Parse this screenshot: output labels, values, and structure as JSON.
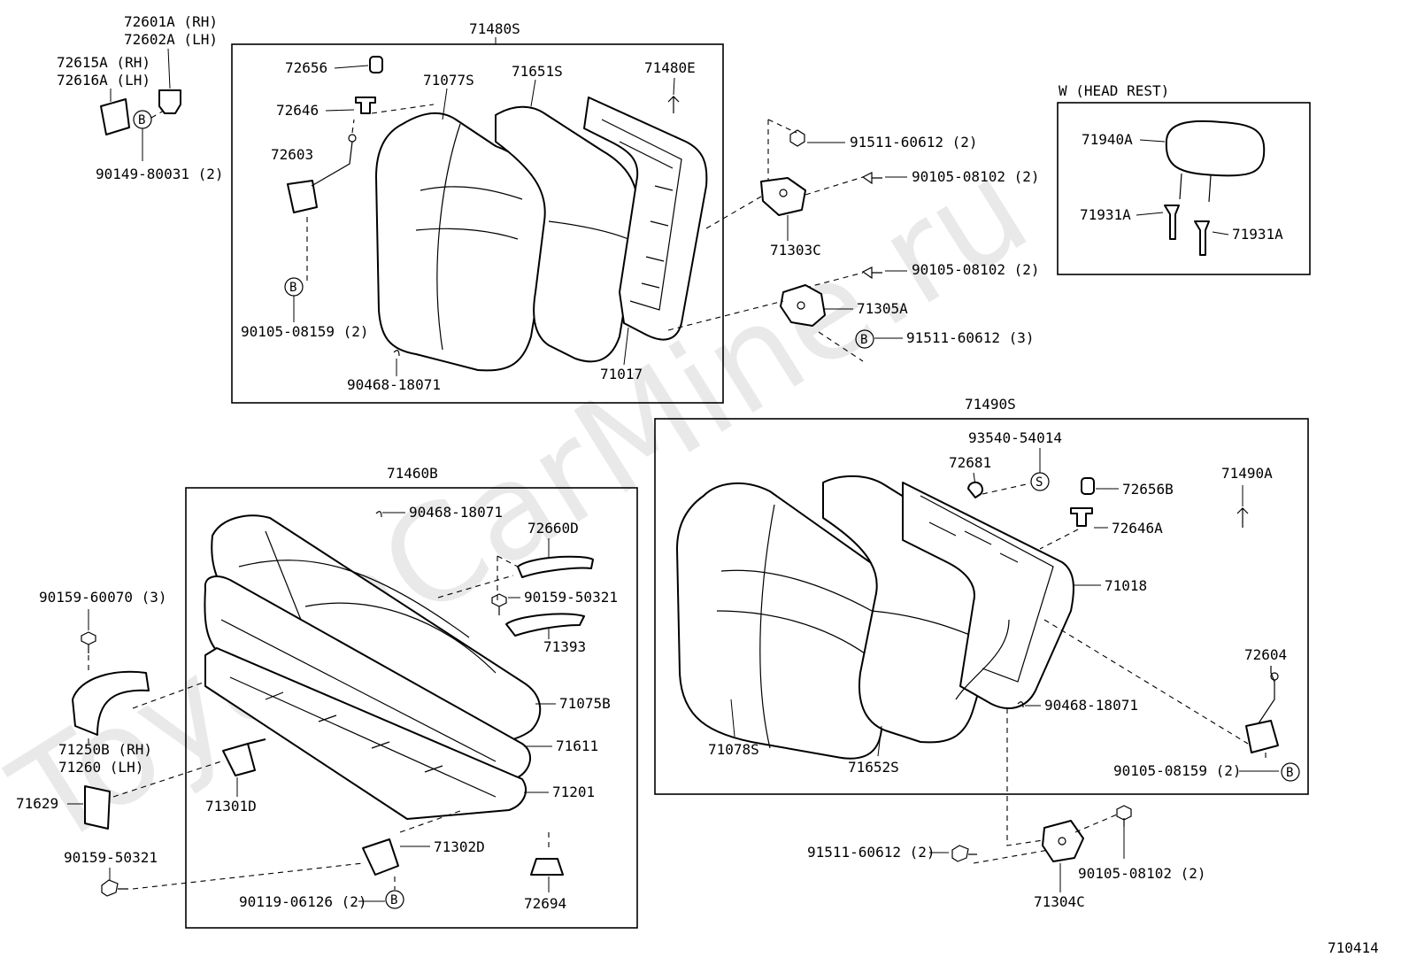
{
  "diagram": {
    "code": "710414",
    "watermark": "ToyotaCarMine.ru",
    "headrest_title": "W (HEAD REST)",
    "assemblies": {
      "a71480S": "71480S",
      "a71460B": "71460B",
      "a71490S": "71490S"
    },
    "labels": {
      "l72601A": "72601A (RH)",
      "l72602A": "72602A (LH)",
      "l72615A": "72615A (RH)",
      "l72616A": "72616A (LH)",
      "l90149": "90149-80031 (2)",
      "l72656": "72656",
      "l72646": "72646",
      "l72603": "72603",
      "l90105_08159_top": "90105-08159 (2)",
      "l71077S": "71077S",
      "l71651S": "71651S",
      "l71480E": "71480E",
      "l90468_top": "90468-18071",
      "l71017": "71017",
      "l91511_top2": "91511-60612 (2)",
      "l90105_08102_a": "90105-08102 (2)",
      "l71303C": "71303C",
      "l90105_08102_b": "90105-08102 (2)",
      "l71305A": "71305A",
      "l91511_3": "91511-60612 (3)",
      "l71940A": "71940A",
      "l71931A_l": "71931A",
      "l71931A_r": "71931A",
      "l90468_cushion": "90468-18071",
      "l72660D": "72660D",
      "l90159_50321_a": "90159-50321",
      "l71393": "71393",
      "l71075B": "71075B",
      "l71611": "71611",
      "l71201": "71201",
      "l71302D": "71302D",
      "l90119": "90119-06126 (2)",
      "l72694": "72694",
      "l90159_60070": "90159-60070 (3)",
      "l71250B": "71250B (RH)",
      "l71260": "71260  (LH)",
      "l71629": "71629",
      "l71301D": "71301D",
      "l90159_50321_b": "90159-50321",
      "l93540": "93540-54014",
      "l72681": "72681",
      "l72656B": "72656B",
      "l71490A": "71490A",
      "l72646A": "72646A",
      "l71018": "71018",
      "l72604": "72604",
      "l90468_right": "90468-18071",
      "l90105_08159_right": "90105-08159 (2)",
      "l71078S": "71078S",
      "l71652S": "71652S",
      "l91511_bottom": "91511-60612 (2)",
      "l90105_08102_c": "90105-08102 (2)",
      "l71304C": "71304C"
    },
    "markers": {
      "b": "B",
      "s": "S"
    }
  }
}
